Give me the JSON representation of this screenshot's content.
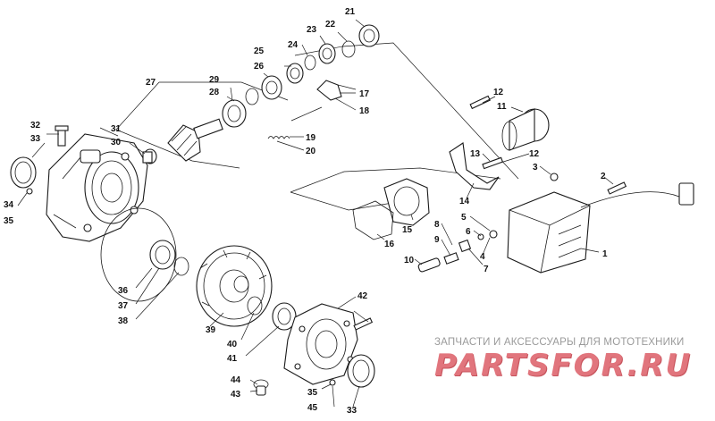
{
  "watermark": {
    "caption": "ЗАПЧАСТИ И АКСЕССУАРЫ ДЛЯ МОТОТЕХНИКИ",
    "logo": "PARTSFOR.RU"
  },
  "callouts": {
    "p1": "1",
    "p2": "2",
    "p3": "3",
    "p4": "4",
    "p5": "5",
    "p6": "6",
    "p7": "7",
    "p8": "8",
    "p9": "9",
    "p10": "10",
    "p11": "11",
    "p12a": "12",
    "p12b": "12",
    "p13": "13",
    "p14": "14",
    "p15": "15",
    "p16": "16",
    "p17": "17",
    "p18": "18",
    "p19": "19",
    "p20": "20",
    "p21": "21",
    "p22": "22",
    "p23": "23",
    "p24": "24",
    "p25": "25",
    "p26": "26",
    "p27": "27",
    "p28": "28",
    "p29": "29",
    "p30": "30",
    "p31": "31",
    "p32": "32",
    "p33a": "33",
    "p33b": "33",
    "p34": "34",
    "p35a": "35",
    "p35b": "35",
    "p36": "36",
    "p37": "37",
    "p38": "38",
    "p39": "39",
    "p40": "40",
    "p41": "41",
    "p42": "42",
    "p43": "43",
    "p44": "44",
    "p45": "45"
  }
}
